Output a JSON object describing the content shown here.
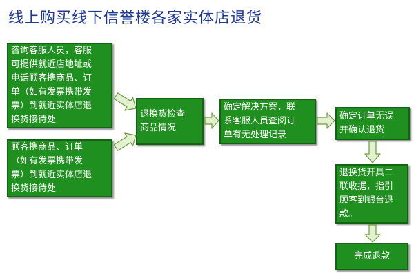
{
  "title": "线上购买线下信誉楼各家实体店退货",
  "nodes": {
    "consult": "咨询客服人员，客服\n可提供就近店地址或\n电话顾客携商品、订\n单（如有发票携带发\n票）到就近实体店退\n换货接待处",
    "direct": "顾客携商品、订单\n（如有发票携带发\n票）到就近实体店退\n换货接待处",
    "inspect": "退换货检查\n商品情况",
    "solution": "确定解决方案，联\n系客服人员查阅订\n单有无处理记录",
    "confirm": "确定订单无误\n并确认退货",
    "receipt": "退换货开具二\n联收据，指引\n顾客到银台退\n款。",
    "complete": "完成退款"
  },
  "colors": {
    "box_fill": "#1f8f1f",
    "box_border": "#156315",
    "title": "#1f3a93",
    "arrow_fill": "#e2f2d0",
    "arrow_stroke": "#6f9a3c"
  }
}
